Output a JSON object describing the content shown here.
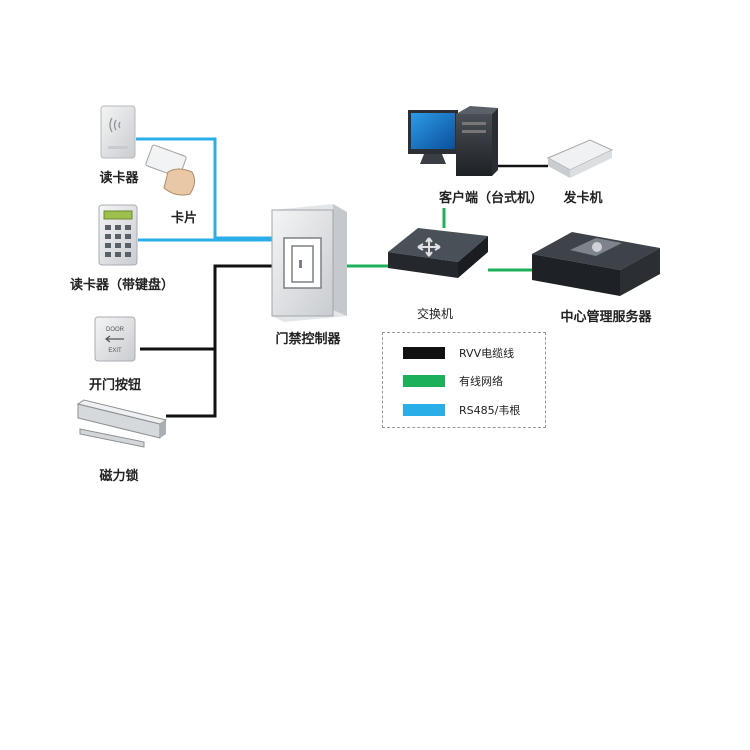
{
  "devices": {
    "reader": "读卡器",
    "card": "卡片",
    "reader_keypad": "读卡器（带键盘）",
    "exit_button": "开门按钮",
    "maglock": "磁力锁",
    "controller": "门禁控制器",
    "switch": "交换机",
    "client": "客户端（台式机）",
    "card_issuer": "发卡机",
    "server": "中心管理服务器"
  },
  "button_face": {
    "top": "DOOR",
    "bottom": "EXIT"
  },
  "legend": [
    {
      "color": "#111111",
      "label": "RVV电缆线"
    },
    {
      "color": "#1cb05a",
      "label": "有线网络"
    },
    {
      "color": "#2aaee8",
      "label": "RS485/韦根"
    }
  ],
  "colors": {
    "rvv": "#111111",
    "network": "#1cb05a",
    "rs485": "#2aaee8"
  }
}
